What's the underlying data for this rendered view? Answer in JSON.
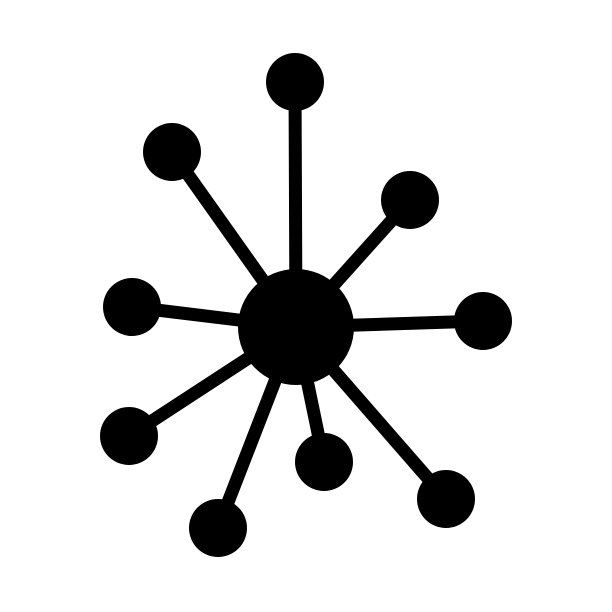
{
  "icon": {
    "name": "network-hub-icon",
    "color": "#000000",
    "background": "#ffffff",
    "hub": {
      "name": "hub-node"
    },
    "spokes": [
      {
        "name": "spoke-top"
      },
      {
        "name": "spoke-upper-left"
      },
      {
        "name": "spoke-upper-right"
      },
      {
        "name": "spoke-right"
      },
      {
        "name": "spoke-left"
      },
      {
        "name": "spoke-lower-left"
      },
      {
        "name": "spoke-bottom-left"
      },
      {
        "name": "spoke-bottom-center"
      },
      {
        "name": "spoke-lower-right"
      }
    ]
  }
}
